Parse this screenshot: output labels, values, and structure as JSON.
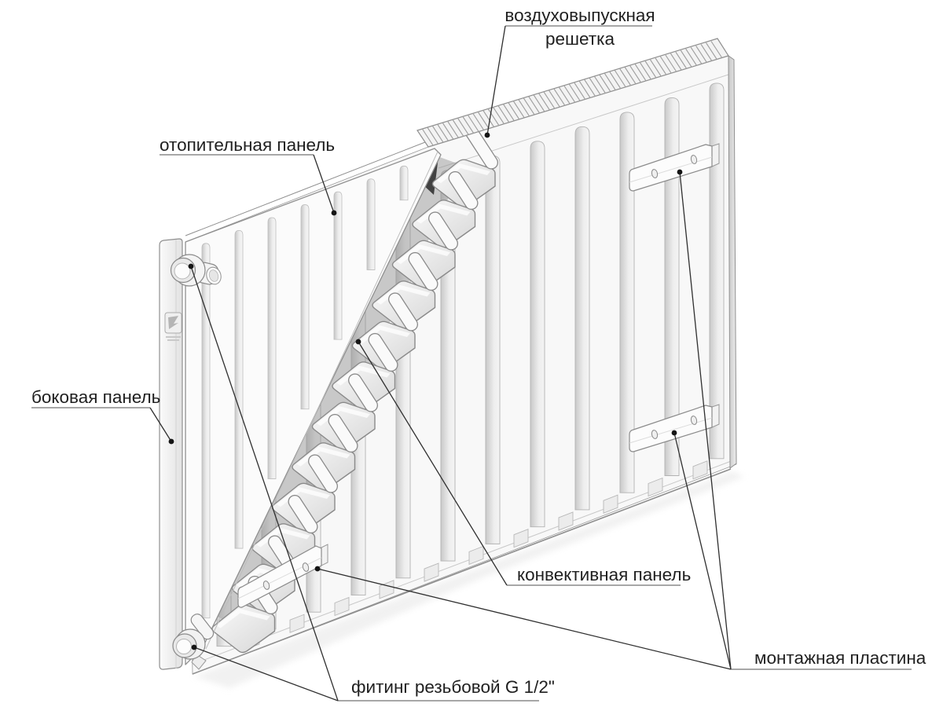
{
  "diagram": {
    "labels": {
      "air_grille_line1": "воздуховыпускная",
      "air_grille_line2": "решетка",
      "heating_panel": "отопительная панель",
      "side_panel": "боковая панель",
      "convective_panel": "конвективная панель",
      "mounting_plate": "монтажная пластина",
      "fitting": "фитинг резьбовой G 1/2\""
    },
    "colors": {
      "background": "#ffffff",
      "text": "#1f1f1f",
      "leader_line": "#2f2f2f",
      "outline": "#8f8f8f",
      "panel_fill": "#f8f8f8"
    }
  }
}
